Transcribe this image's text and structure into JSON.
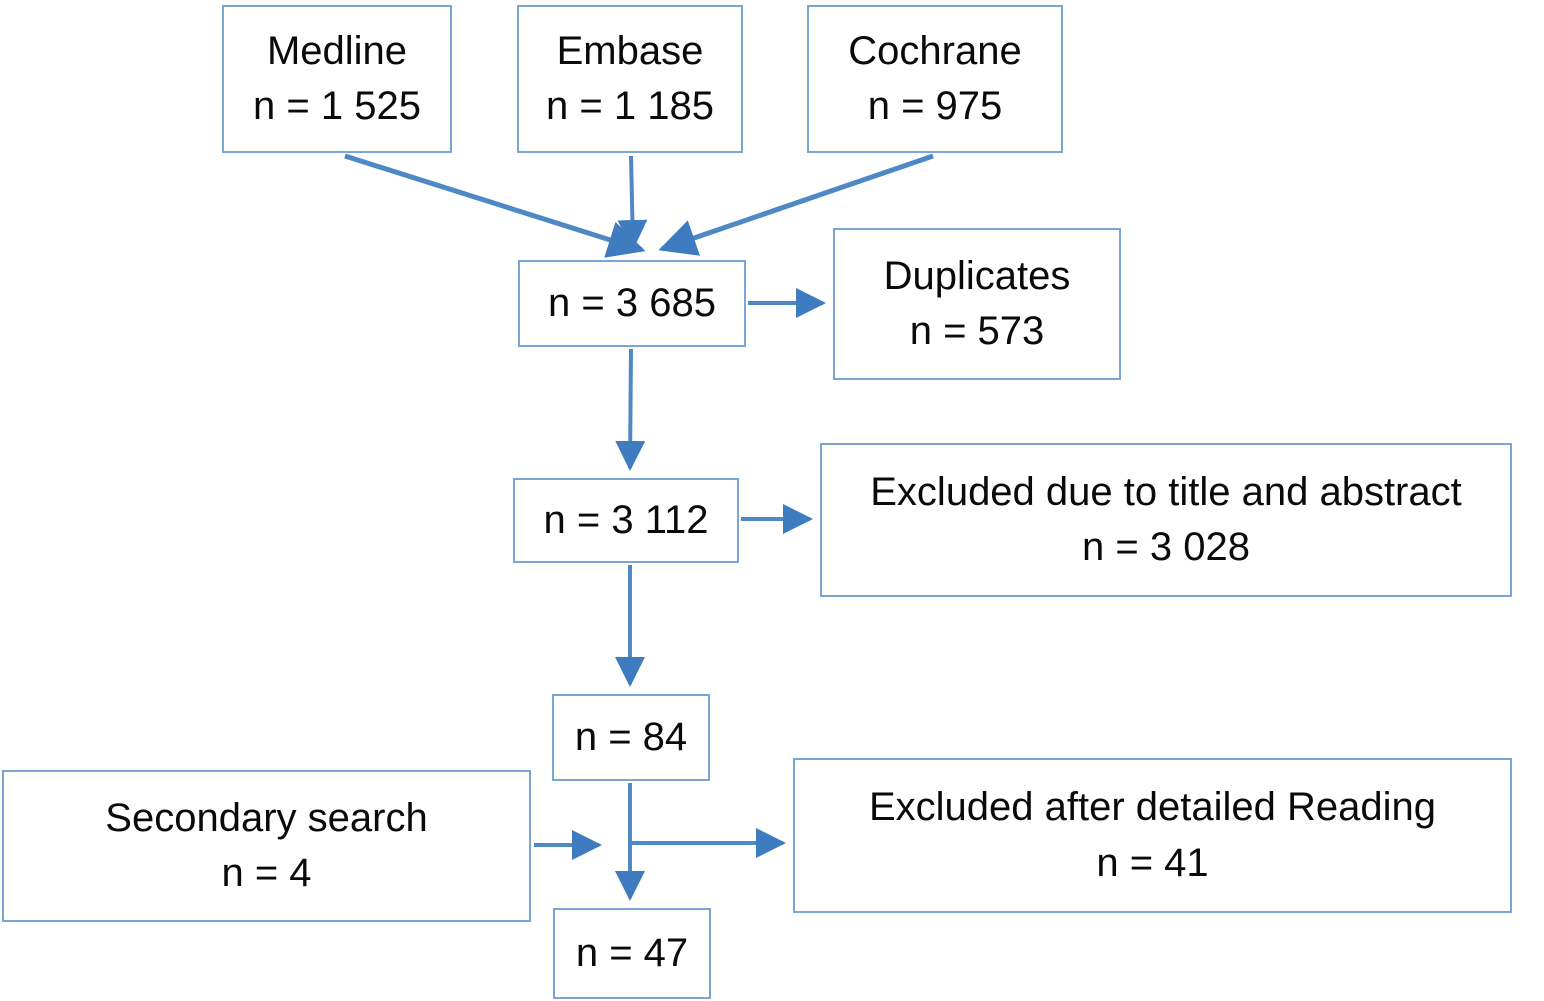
{
  "diagram": {
    "type": "flowchart",
    "colors": {
      "box_border": "#7aa6d6",
      "arrow_line": "#4f89c5",
      "arrow_head": "#3e7cbf",
      "text": "#0a0a0a",
      "background": "#ffffff"
    },
    "nodes": {
      "medline": {
        "label": "Medline",
        "count": "n = 1 525"
      },
      "embase": {
        "label": "Embase",
        "count": "n = 1 185"
      },
      "cochrane": {
        "label": "Cochrane",
        "count": "n = 975"
      },
      "combined": {
        "count": "n = 3 685"
      },
      "duplicates": {
        "label": "Duplicates",
        "count": "n = 573"
      },
      "after_duplicates": {
        "count": "n = 3 112"
      },
      "excluded_title_abstract": {
        "label": "Excluded due to title and abstract",
        "count": "n = 3 028"
      },
      "after_screening": {
        "count": "n = 84"
      },
      "secondary_search": {
        "label": "Secondary search",
        "count": "n = 4"
      },
      "excluded_detailed_reading": {
        "label": "Excluded after detailed Reading",
        "count": "n = 41"
      },
      "included": {
        "count": "n = 47"
      }
    },
    "edges": [
      "medline -> combined",
      "embase -> combined",
      "cochrane -> combined",
      "combined -> duplicates",
      "combined -> after_duplicates",
      "after_duplicates -> excluded_title_abstract",
      "after_duplicates -> after_screening",
      "after_screening -> included",
      "secondary_search -> included_path",
      "after_screening_junction -> excluded_detailed_reading"
    ]
  }
}
